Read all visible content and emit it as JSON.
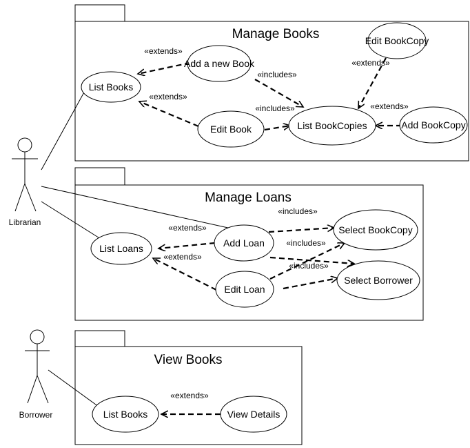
{
  "packages": [
    {
      "title": "Manage Books"
    },
    {
      "title": "Manage Loans"
    },
    {
      "title": "View Books"
    }
  ],
  "actors": [
    {
      "label": "Librarian"
    },
    {
      "label": "Borrower"
    }
  ],
  "use_cases": {
    "list_books": "List Books",
    "add_book": "Add a new Book",
    "edit_book": "Edit Book",
    "list_bookcopies": "List BookCopies",
    "edit_bookcopy": "Edit BookCopy",
    "add_bookcopy": "Add BookCopy",
    "list_loans": "List Loans",
    "add_loan": "Add Loan",
    "edit_loan": "Edit Loan",
    "select_bookcopy": "Select BookCopy",
    "select_borrower": "Select Borrower",
    "view_list_books": "List Books",
    "view_details": "View Details"
  },
  "relations": {
    "extends": "«extends»",
    "includes": "«includes»"
  }
}
